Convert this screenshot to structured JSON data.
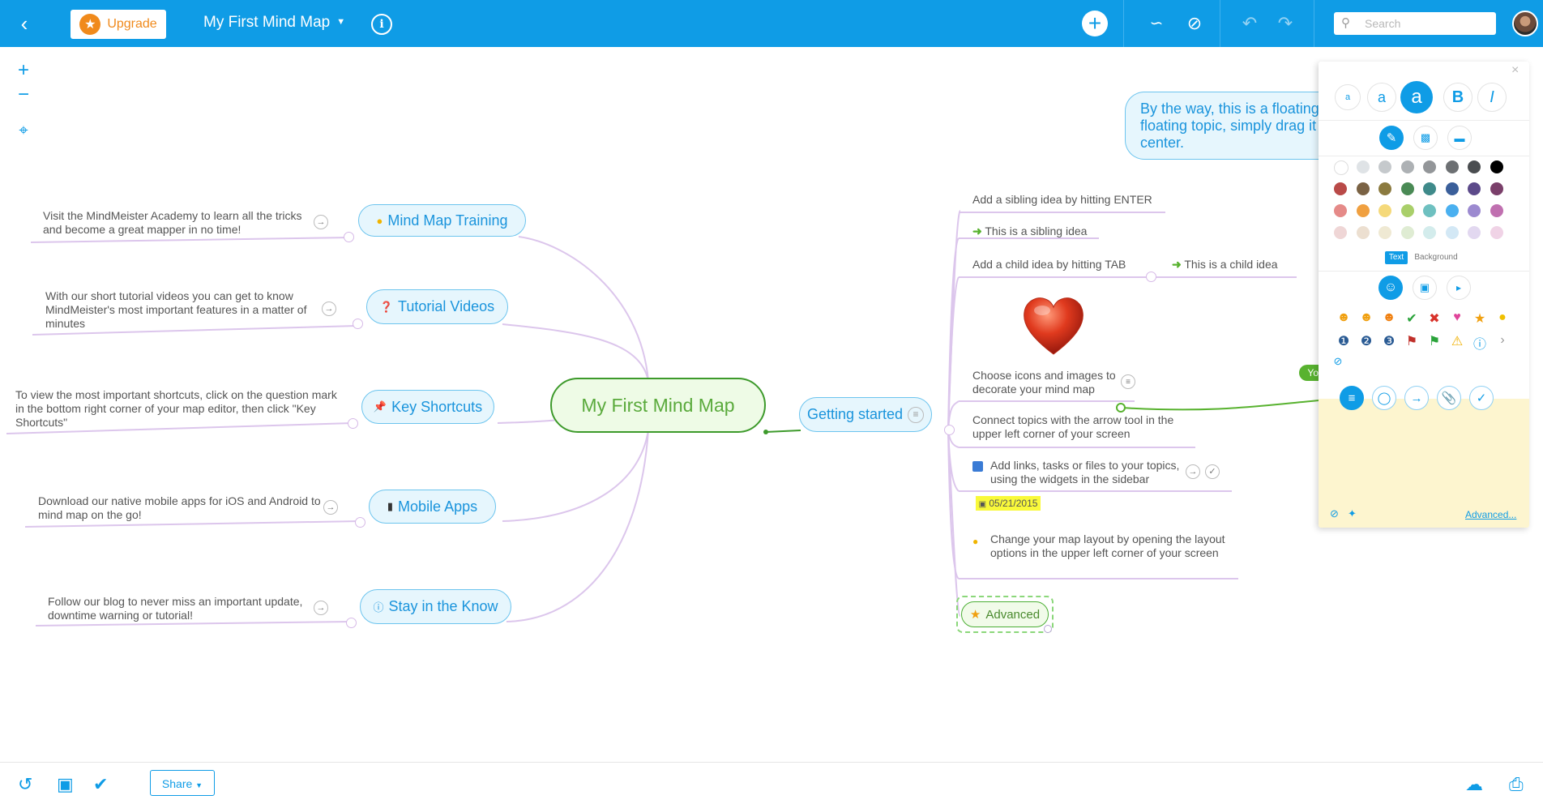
{
  "topbar": {
    "back_icon": "chevron-left-icon",
    "upgrade_label": "Upgrade",
    "map_title": "My First Mind Map",
    "search_placeholder": "Search",
    "accent": "#0f9ce6"
  },
  "bottombar": {
    "share_label": "Share"
  },
  "mindmap": {
    "center": "My First Mind Map",
    "left_topics": [
      {
        "label": "Mind Map Training",
        "icon": "lightbulb-icon",
        "note": "Visit the MindMeister Academy to learn all the tricks and become a great mapper in no time!"
      },
      {
        "label": "Tutorial Videos",
        "icon": "question-icon",
        "note": "With our short tutorial videos you can get to know MindMeister's most important features in a matter of minutes"
      },
      {
        "label": "Key Shortcuts",
        "icon": "pin-icon",
        "note": "To view the most important shortcuts, click on the question mark in the bottom right corner of your map editor, then click \"Key Shortcuts\""
      },
      {
        "label": "Mobile Apps",
        "icon": "phone-icon",
        "note": "Download our native mobile apps for iOS and Android to mind map on the go!"
      },
      {
        "label": "Stay in the Know",
        "icon": "info-icon",
        "note": "Follow our blog to never miss an important update, downtime warning or tutorial!"
      }
    ],
    "right_topic": "Getting started",
    "right_children": {
      "sibling_hint": "Add a sibling idea by hitting ENTER",
      "sibling": "This is a sibling idea",
      "child_hint": "Add a child idea by hitting TAB",
      "child": "This is a child idea",
      "icons_hint": "Choose icons and images to decorate your mind map",
      "connect_hint": "Connect topics with the arrow tool in the upper left corner of your screen",
      "links_hint": "Add links, tasks or files to your topics, using the widgets in the sidebar",
      "date": "05/21/2015",
      "layout_hint": "Change your map layout by opening the layout options in the upper left corner of your screen",
      "advanced": "Advanced"
    },
    "floating_topic": "By the way, this is a floating floating topic, simply drag it center.",
    "yo_tag": "Yo"
  },
  "panel": {
    "font_sizes": [
      "a",
      "a",
      "a"
    ],
    "bold": "B",
    "italic": "I",
    "text_tab": "Text",
    "background_tab": "Background",
    "advanced_link": "Advanced...",
    "colors": [
      [
        "#ffffff",
        "#dfe3e6",
        "#c5c9cc",
        "#adb1b4",
        "#939699",
        "#6d7073",
        "#4a4d50",
        "#000000"
      ],
      [
        "#b94a48",
        "#7a6244",
        "#8b7a3f",
        "#4a8a55",
        "#3f8a8a",
        "#3a5f9a",
        "#5c4a8a",
        "#7a3f6a"
      ],
      [
        "#e58a88",
        "#f0a040",
        "#f5d97a",
        "#a9cf6a",
        "#6ec0c0",
        "#4ab0f0",
        "#9c8ad0",
        "#c070b0"
      ],
      [
        "#efd6d6",
        "#ecdfd0",
        "#efe9d3",
        "#dfecd3",
        "#d3ecec",
        "#d3e8f5",
        "#e2d8f0",
        "#f0d3e6"
      ]
    ]
  }
}
